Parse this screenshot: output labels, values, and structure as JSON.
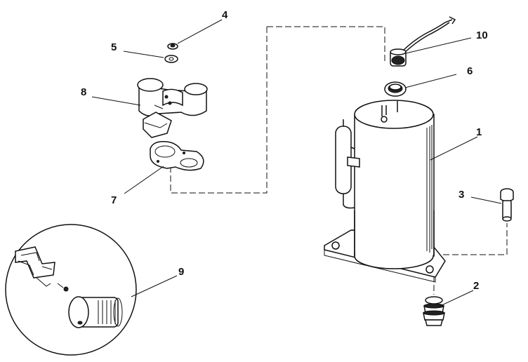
{
  "diagram": {
    "callouts": [
      {
        "id": "c1",
        "label": "1"
      },
      {
        "id": "c2",
        "label": "2"
      },
      {
        "id": "c3",
        "label": "3"
      },
      {
        "id": "c4",
        "label": "4"
      },
      {
        "id": "c5",
        "label": "5"
      },
      {
        "id": "c6",
        "label": "6"
      },
      {
        "id": "c7",
        "label": "7"
      },
      {
        "id": "c8",
        "label": "8"
      },
      {
        "id": "c9",
        "label": "9"
      },
      {
        "id": "c10",
        "label": "10"
      }
    ]
  },
  "colors": {
    "line": "#111111",
    "background": "#ffffff"
  }
}
